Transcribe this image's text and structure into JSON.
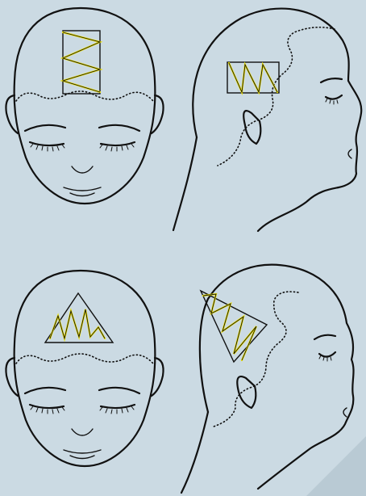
{
  "colors": {
    "background": "#cbdae3",
    "background_dark": "#b9cad4",
    "skin": "#d2d5d6",
    "outline": "#111111",
    "zigzag": "#f3e600"
  },
  "panels": [
    {
      "id": "top-left",
      "view": "front",
      "section_shape": "rectangle"
    },
    {
      "id": "top-right",
      "view": "profile",
      "section_shape": "rectangle"
    },
    {
      "id": "bottom-left",
      "view": "front",
      "section_shape": "triangle"
    },
    {
      "id": "bottom-right",
      "view": "profile",
      "section_shape": "triangle"
    }
  ]
}
